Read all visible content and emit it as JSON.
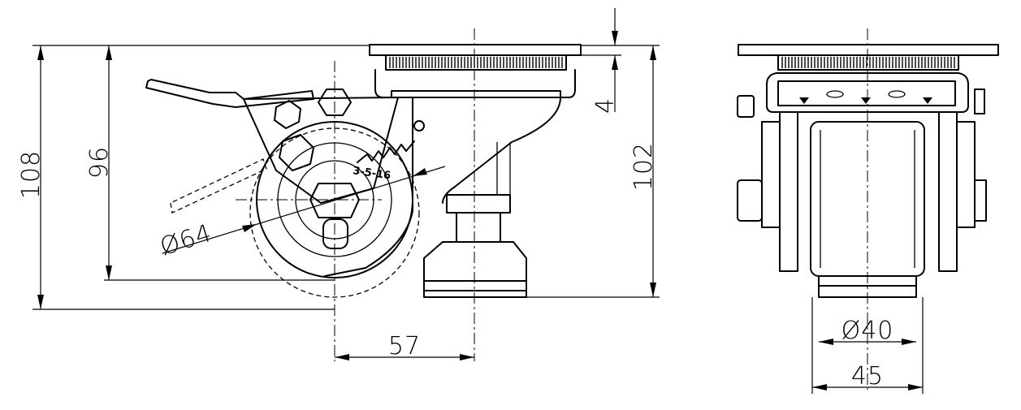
{
  "dimensions": {
    "overall_height": "108",
    "height_to_floor": "96",
    "pad_height": "102",
    "plate_thickness": "4",
    "wheel_diameter": "Ø64",
    "offset": "57",
    "wheel_width": "Ø40",
    "overall_width": "45"
  },
  "labels": {
    "spring_marking": "3-5-16"
  },
  "colors": {
    "line": "#000000",
    "background": "#ffffff"
  }
}
